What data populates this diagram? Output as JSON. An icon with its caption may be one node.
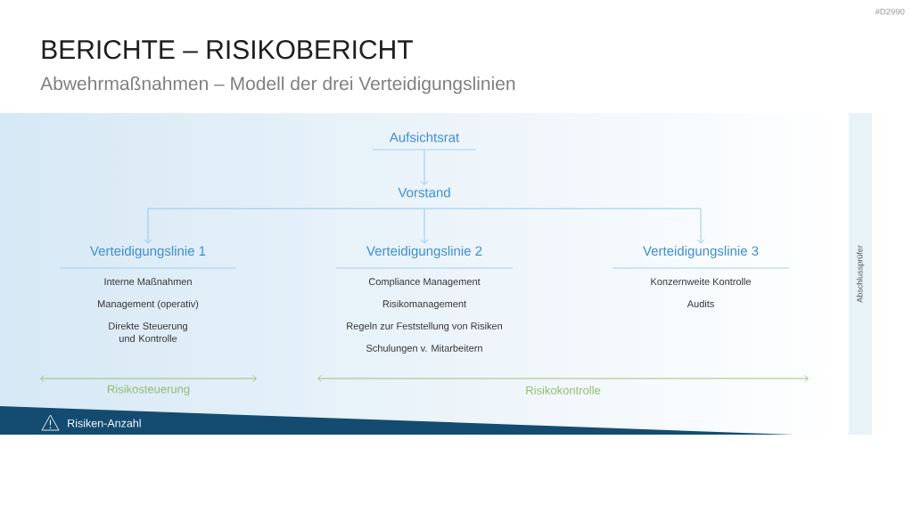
{
  "diagram": {
    "title": "BERICHTE – RISIKOBERICHT",
    "nodes": [
      {
        "text": [
          "Aufsichtsrat"
        ]
      },
      {
        "text": [
          "Vorstand"
        ]
      },
      {
        "text": [
          "Verteidigungslinie 1",
          "Interne Maßnahmen",
          "Management (operativ)",
          "Direkte Steuerung und Kontrolle"
        ]
      },
      {
        "text": [
          "Verteidigungslinie 2",
          "Compliance Management",
          "Risikomanagement",
          "Regeln zur Feststellung von Risiken",
          "Schulungen v. Mitarbeitern"
        ]
      },
      {
        "text": [
          "Verteidigungslinie 3",
          "Konzernweite Kontrolle",
          "Audits"
        ]
      },
      {
        "text": [
          "Abschlussprüfer"
        ]
      },
      {
        "text": [
          "Risiken-Anzahl"
        ]
      }
    ],
    "edges": [
      {
        "from": 0,
        "to": 1,
        "arrow": "to"
      },
      {
        "from": 1,
        "to": 2,
        "arrow": "to"
      },
      {
        "from": 1,
        "to": 3,
        "arrow": "to"
      },
      {
        "from": 1,
        "to": 4,
        "arrow": "to"
      }
    ],
    "labels": [
      "#D2990",
      "Abwehrmaßnahmen – Modell der drei Verteidigungslinien",
      "Risikosteuerung",
      "Risikokontrolle"
    ]
  }
}
